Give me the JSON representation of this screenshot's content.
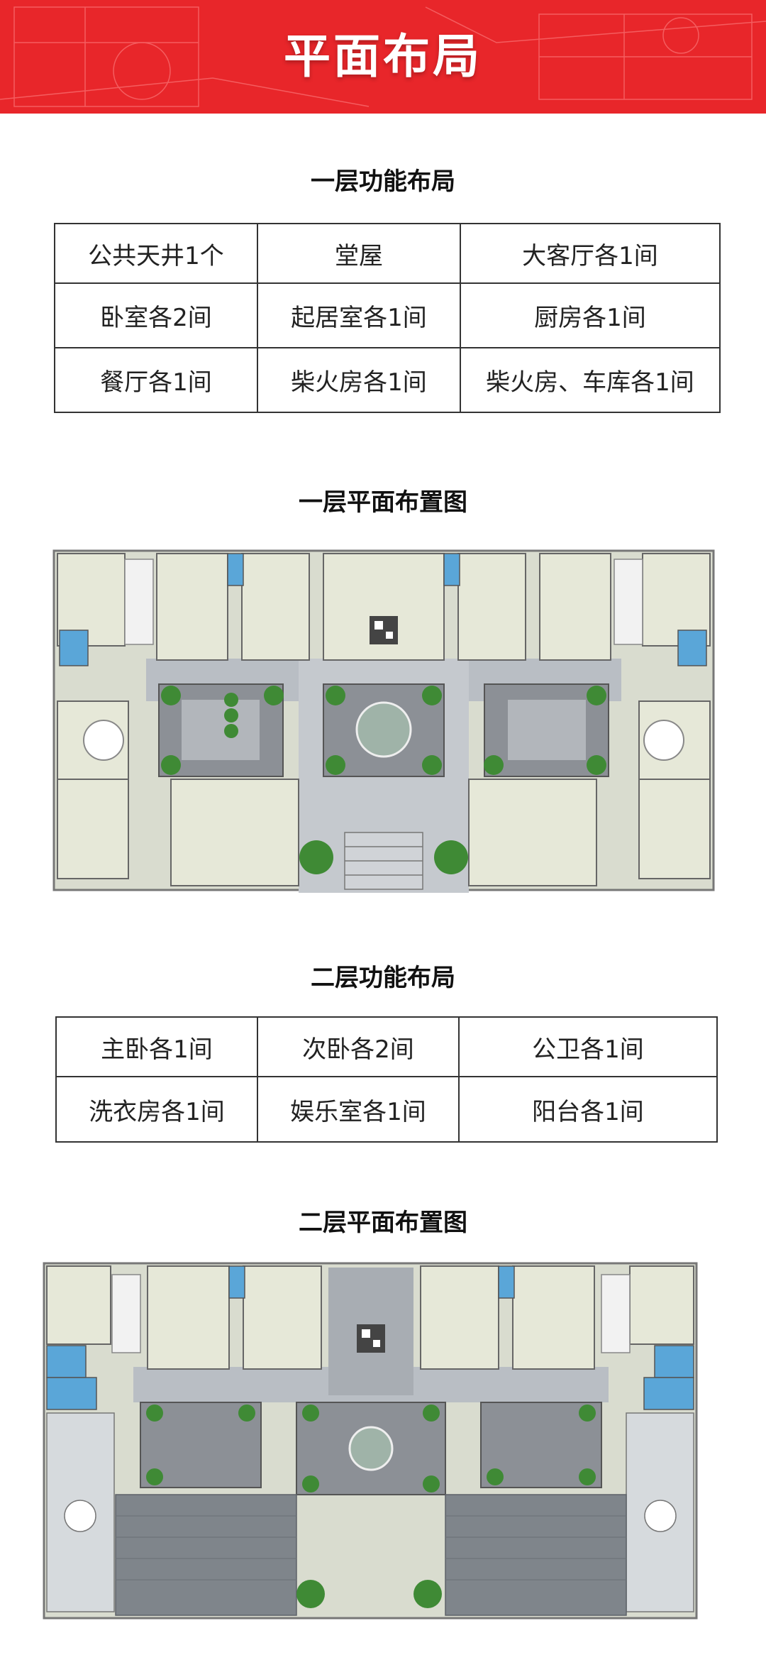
{
  "banner": {
    "title": "平面布局"
  },
  "floor1": {
    "func_title": "一层功能布局",
    "func_rows": [
      [
        "公共天井1个",
        "堂屋",
        "大客厅各1间"
      ],
      [
        "卧室各2间",
        "起居室各1间",
        "厨房各1间"
      ],
      [
        "餐厅各1间",
        "柴火房各1间",
        "柴火房、车库各1间"
      ]
    ],
    "plan_title": "一层平面布置图"
  },
  "floor2": {
    "func_title": "二层功能布局",
    "func_rows": [
      [
        "主卧各1间",
        "次卧各2间",
        "公卫各1间"
      ],
      [
        "洗衣房各1间",
        "娱乐室各1间",
        "阳台各1间"
      ]
    ],
    "plan_title": "二层平面布置图"
  },
  "colors": {
    "banner": "#e8262a",
    "room_fill": "#e6e8d8",
    "bath_fill": "#5aa6d8",
    "corridor": "#b9bec4",
    "courtyard": "#8c9096",
    "tree": "#3f8a35",
    "roof": "#7f858b"
  }
}
